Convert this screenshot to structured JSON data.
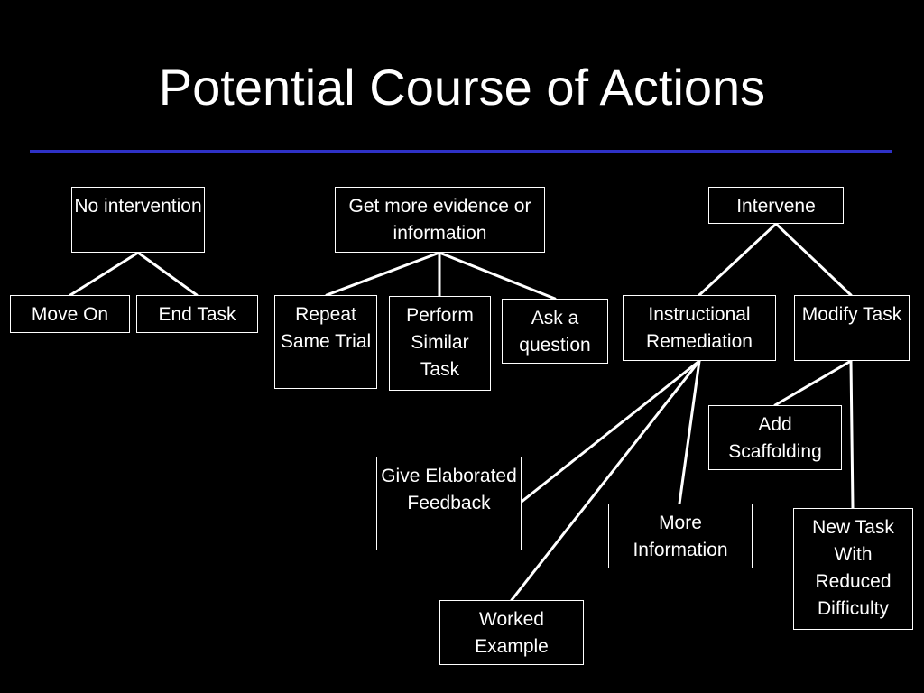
{
  "slide": {
    "title": "Potential Course of Actions",
    "rule_color": "#2e31c6",
    "background_color": "#000000",
    "text_color": "#ffffff"
  },
  "nodes": {
    "no_intervention": "No intervention",
    "get_more_evidence": "Get more evidence or  information",
    "intervene": "Intervene",
    "move_on": "Move On",
    "end_task": "End Task",
    "repeat_same_trial": "Repeat Same Trial",
    "perform_similar_task": "Perform Similar Task",
    "ask_a_question": "Ask a question",
    "instructional_remediation": "Instructional Remediation",
    "modify_task": "Modify Task",
    "add_scaffolding": "Add Scaffolding",
    "give_elaborated_feedback": "Give Elaborated Feedback",
    "more_information": "More Information",
    "new_task_reduced_difficulty": "New Task With Reduced Difficulty",
    "worked_example": "Worked Example"
  },
  "edges": [
    [
      "no_intervention",
      "move_on"
    ],
    [
      "no_intervention",
      "end_task"
    ],
    [
      "get_more_evidence",
      "repeat_same_trial"
    ],
    [
      "get_more_evidence",
      "perform_similar_task"
    ],
    [
      "get_more_evidence",
      "ask_a_question"
    ],
    [
      "intervene",
      "instructional_remediation"
    ],
    [
      "intervene",
      "modify_task"
    ],
    [
      "instructional_remediation",
      "give_elaborated_feedback"
    ],
    [
      "instructional_remediation",
      "worked_example"
    ],
    [
      "instructional_remediation",
      "more_information"
    ],
    [
      "modify_task",
      "add_scaffolding"
    ],
    [
      "modify_task",
      "new_task_reduced_difficulty"
    ]
  ]
}
